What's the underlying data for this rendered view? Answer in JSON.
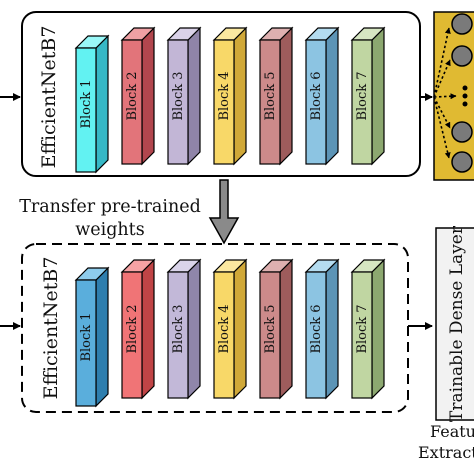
{
  "top_model": {
    "name": "EfficientNetB7",
    "blocks": [
      {
        "label": "Block 1",
        "front": "#62F2F2",
        "side": "#36B8C6",
        "top": "#9AF8F8"
      },
      {
        "label": "Block 2",
        "front": "#E2747A",
        "side": "#B2464E",
        "top": "#EFA0A4"
      },
      {
        "label": "Block 3",
        "front": "#C2B6D6",
        "side": "#8F84A8",
        "top": "#DAD2E8"
      },
      {
        "label": "Block 4",
        "front": "#F8D868",
        "side": "#D0A838",
        "top": "#FBE8A0"
      },
      {
        "label": "Block 5",
        "front": "#CC8A8A",
        "side": "#9E5C5C",
        "top": "#DEB0B0"
      },
      {
        "label": "Block 6",
        "front": "#8CC4E2",
        "side": "#5C94B6",
        "top": "#B4DCF0"
      },
      {
        "label": "Block 7",
        "front": "#C0D6A2",
        "side": "#8CA870",
        "top": "#D6E6C2"
      }
    ]
  },
  "bottom_model": {
    "name": "EfficientNetB7",
    "blocks": [
      {
        "label": "Block 1",
        "front": "#5AAEDC",
        "side": "#2E7EAE",
        "top": "#8ECCEC"
      },
      {
        "label": "Block 2",
        "front": "#F07476",
        "side": "#C04446",
        "top": "#F6A2A4"
      },
      {
        "label": "Block 3",
        "front": "#C2B8D8",
        "side": "#8F86AA",
        "top": "#DAD4EA"
      },
      {
        "label": "Block 4",
        "front": "#F8D868",
        "side": "#D0A838",
        "top": "#FBE8A0"
      },
      {
        "label": "Block 5",
        "front": "#CC8A8A",
        "side": "#9E5C5C",
        "top": "#DEB0B0"
      },
      {
        "label": "Block 6",
        "front": "#8CC4E2",
        "side": "#5C94B6",
        "top": "#B4DCF0"
      },
      {
        "label": "Block 7",
        "front": "#C0D6A2",
        "side": "#8CA870",
        "top": "#D6E6C2"
      }
    ]
  },
  "transfer_label": {
    "line1": "Transfer pre-trained",
    "line2": "weights"
  },
  "dense_layer": {
    "label": "Trainable Dense Layer"
  },
  "feature_extractor": {
    "line1": "Featu",
    "line2": "Extract"
  },
  "colors": {
    "head_panel": "#E0BA32",
    "neuron": "#7A7A7A",
    "arrow_gray": "#8A8A8A",
    "dense_fill": "#F2F2F2",
    "stroke": "#000000"
  }
}
